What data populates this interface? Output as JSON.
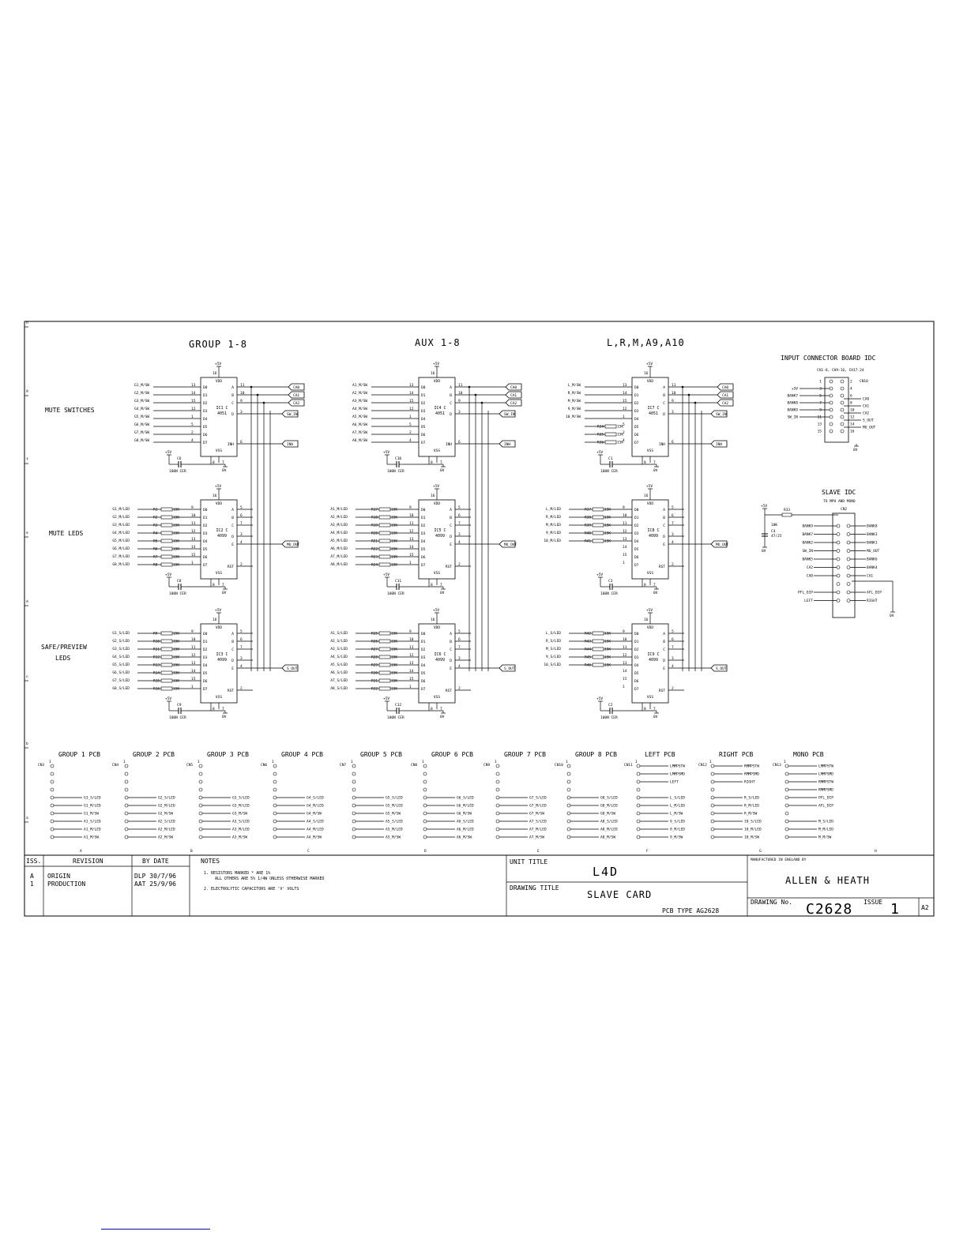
{
  "sheet": {
    "row_marks": [
      "h",
      "9",
      "f",
      "e",
      "d",
      "c",
      "b",
      "a"
    ],
    "col_marks": [
      "A",
      "B",
      "C",
      "D",
      "E",
      "F",
      "G",
      "H"
    ]
  },
  "sections": {
    "group": "GROUP 1-8",
    "aux": "AUX 1-8",
    "lrm": "L,R,M,A9,A10"
  },
  "row_labels": {
    "mute_switches": "MUTE SWITCHES",
    "mute_leds": "MUTE LEDS",
    "safe_line1": "SAFE/PREVIEW",
    "safe_line2": "LEDS"
  },
  "power": {
    "plus5": "+5V",
    "gnd": "0V",
    "cap_value": "100N CER"
  },
  "group_col": {
    "mux": {
      "name": "IC1 C",
      "part": "4051",
      "inputs": [
        "G1_M/SW",
        "G2_M/SW",
        "G3_M/SW",
        "G4_M/SW",
        "G5_M/SW",
        "G6_M/SW",
        "G7_M/SW",
        "G8_M/SW"
      ],
      "cap": "C6",
      "vdd_pin": "16"
    },
    "led1": {
      "name": "IC2 C",
      "part": "4099",
      "res": [
        "R1",
        "R2",
        "R3",
        "R4",
        "R5",
        "R6",
        "R7",
        "R8"
      ],
      "nets": [
        "G1_M/LED",
        "G2_M/LED",
        "G3_M/LED",
        "G4_M/LED",
        "G5_M/LED",
        "G6_M/LED",
        "G7_M/LED",
        "G8_M/LED"
      ],
      "cap": "C8"
    },
    "led2": {
      "name": "IC3 C",
      "part": "4099",
      "res": [
        "R9",
        "R10",
        "R11",
        "R12",
        "R13",
        "R14",
        "R15",
        "R16"
      ],
      "nets": [
        "G1_S/LED",
        "G2_S/LED",
        "G3_S/LED",
        "G4_S/LED",
        "G5_S/LED",
        "G6_S/LED",
        "G7_S/LED",
        "G8_S/LED"
      ],
      "cap": "C9"
    }
  },
  "aux_col": {
    "mux": {
      "name": "IC4 C",
      "part": "4051",
      "inputs": [
        "A1_M/SW",
        "A2_M/SW",
        "A3_M/SW",
        "A4_M/SW",
        "A5_M/SW",
        "A6_M/SW",
        "A7_M/SW",
        "A8_M/SW"
      ],
      "cap": "C10"
    },
    "led1": {
      "name": "IC5 C",
      "part": "4099",
      "res": [
        "R17",
        "R18",
        "R19",
        "R20",
        "R21",
        "R22",
        "R23",
        "R24"
      ],
      "nets": [
        "A1_M/LED",
        "A2_M/LED",
        "A3_M/LED",
        "A4_M/LED",
        "A5_M/LED",
        "A6_M/LED",
        "A7_M/LED",
        "A8_M/LED"
      ],
      "cap": "C11"
    },
    "led2": {
      "name": "IC6 C",
      "part": "4099",
      "res": [
        "R25",
        "R26",
        "R27",
        "R28",
        "R29",
        "R30",
        "R31",
        "R32"
      ],
      "nets": [
        "A1_S/LED",
        "A2_S/LED",
        "A3_S/LED",
        "A4_S/LED",
        "A5_S/LED",
        "A6_S/LED",
        "A7_S/LED",
        "A8_S/LED"
      ],
      "cap": "C12"
    }
  },
  "lrm_col": {
    "mux": {
      "name": "IC7 C",
      "part": "4051",
      "inputs": [
        "L_M/SW",
        "R_M/SW",
        "M_M/SW",
        "9_M/SW",
        "10_M/SW"
      ],
      "res": [
        "R34",
        "R35",
        "R36"
      ],
      "cap": "C1"
    },
    "led1": {
      "name": "IC8 C",
      "part": "4099",
      "res": [
        "R37",
        "R38",
        "R39",
        "R40",
        "R41"
      ],
      "nets": [
        "L_M/LED",
        "R_M/LED",
        "M_M/LED",
        "9_M/LED",
        "10_M/LED"
      ],
      "cap": "C3"
    },
    "led2": {
      "name": "IC9 C",
      "part": "4099",
      "res": [
        "R42",
        "R43",
        "R44",
        "R45",
        "R46"
      ],
      "nets": [
        "L_S/LED",
        "R_S/LED",
        "M_S/LED",
        "9_S/LED",
        "10_S/LED"
      ],
      "cap": "C2"
    }
  },
  "res_value": "15K",
  "mux_pins": {
    "left": [
      "D0",
      "D1",
      "D2",
      "D3",
      "D4",
      "D5",
      "D6",
      "D7"
    ],
    "left_nums": [
      "13",
      "14",
      "15",
      "12",
      "1",
      "5",
      "2",
      "4"
    ],
    "right": [
      "A",
      "B",
      "C",
      "D",
      "INH"
    ],
    "right_nums": [
      "11",
      "10",
      "9",
      "3",
      "6"
    ]
  },
  "latch_pins": {
    "left_nums": [
      "9",
      "10",
      "11",
      "12",
      "13",
      "14",
      "15",
      "1"
    ],
    "right": [
      "A",
      "B",
      "C",
      "D",
      "E",
      "RST"
    ],
    "right_nums": [
      "5",
      "6",
      "7",
      "3",
      "4",
      "2"
    ]
  },
  "bus_flags": {
    "ca0": "CA0",
    "ca1": "CA1",
    "ca2": "CA2",
    "sw_in": "SW_IN",
    "inh": "INH",
    "mu_out": "MU_OUT",
    "s_out": "S_OUT"
  },
  "input_idc": {
    "title": "INPUT CONNECTOR BOARD IDC",
    "subtitle": "CH1-8, CH9-16, CH17-24",
    "conn": "CN10",
    "left_nets": [
      "+5V",
      "BANK7",
      "BANK8",
      "BANK9",
      "SW_IN"
    ],
    "right_nets": [
      "CA0",
      "CA1",
      "CA2",
      "S_OUT",
      "MU_OUT"
    ],
    "pins_left": [
      "1",
      "3",
      "5",
      "7",
      "9",
      "11",
      "13",
      "15"
    ],
    "pins_right": [
      "2",
      "4",
      "6",
      "8",
      "10",
      "12",
      "14",
      "16"
    ]
  },
  "slave_idc": {
    "title": "SLAVE IDC",
    "subtitle": "TO MPU AND MONO",
    "conn": "CN2",
    "res": "R33",
    "res_val": "10K",
    "cap": "C4",
    "cap_val": "47/25",
    "left_nets": [
      "BANK9",
      "BANK7",
      "BANK2",
      "SW_IN",
      "BANK5",
      "CA2",
      "CA0",
      "",
      "PFL_DIP",
      "LEFT"
    ],
    "right_nets": [
      "BANK8",
      "BANK3",
      "BANK1",
      "MU_OUT",
      "BANK6",
      "BANK4",
      "CA1",
      "",
      "AFL_DIP",
      "RIGHT"
    ]
  },
  "pcb_connectors": [
    {
      "label": "GROUP 1 PCB",
      "cn": "CN3",
      "nets": [
        "",
        "",
        "",
        "",
        "G1_S/LED",
        "G1_M/LED",
        "G1_M/SW",
        "A1_S/LED",
        "A1_M/LED",
        "A1_M/SW"
      ]
    },
    {
      "label": "GROUP 2 PCB",
      "cn": "CN4",
      "nets": [
        "",
        "",
        "",
        "",
        "G2_S/LED",
        "G2_M/LED",
        "G2_M/SW",
        "A2_S/LED",
        "A2_M/LED",
        "A2_M/SW"
      ]
    },
    {
      "label": "GROUP 3 PCB",
      "cn": "CN5",
      "nets": [
        "",
        "",
        "",
        "",
        "G3_S/LED",
        "G3_M/LED",
        "G3_M/SW",
        "A3_S/LED",
        "A3_M/LED",
        "A3_M/SW"
      ]
    },
    {
      "label": "GROUP 4 PCB",
      "cn": "CN6",
      "nets": [
        "",
        "",
        "",
        "",
        "G4_S/LED",
        "G4_M/LED",
        "G4_M/SW",
        "A4_S/LED",
        "A4_M/LED",
        "A4_M/SW"
      ]
    },
    {
      "label": "GROUP 5 PCB",
      "cn": "CN7",
      "nets": [
        "",
        "",
        "",
        "",
        "G5_S/LED",
        "G5_M/LED",
        "G5_M/SW",
        "A5_S/LED",
        "A5_M/LED",
        "A5_M/SW"
      ]
    },
    {
      "label": "GROUP 6 PCB",
      "cn": "CN8",
      "nets": [
        "",
        "",
        "",
        "",
        "G6_S/LED",
        "G6_M/LED",
        "G6_M/SW",
        "A6_S/LED",
        "A6_M/LED",
        "A6_M/SW"
      ]
    },
    {
      "label": "GROUP 7 PCB",
      "cn": "CN9",
      "nets": [
        "",
        "",
        "",
        "",
        "G7_S/LED",
        "G7_M/LED",
        "G7_M/SW",
        "A7_S/LED",
        "A7_M/LED",
        "A7_M/SW"
      ]
    },
    {
      "label": "GROUP 8 PCB",
      "cn": "CN10",
      "nets": [
        "",
        "",
        "",
        "",
        "G8_S/LED",
        "G8_M/LED",
        "G8_M/SW",
        "A8_S/LED",
        "A8_M/LED",
        "A8_M/SW"
      ]
    },
    {
      "label": "LEFT PCB",
      "cn": "CN11",
      "nets": [
        "LMMPSTW",
        "LMMPSMD",
        "LEFT",
        "",
        "L_S/LED",
        "L_M/LED",
        "L_M/SW",
        "9_S/LED",
        "9_M/LED",
        "9_M/SW"
      ]
    },
    {
      "label": "RIGHT PCB",
      "cn": "CN12",
      "nets": [
        "RMMPSTW",
        "RMMPSMD",
        "RIGHT",
        "",
        "R_S/LED",
        "R_M/LED",
        "R_M/SW",
        "10_S/LED",
        "10_M/LED",
        "10_M/SW"
      ]
    },
    {
      "label": "MONO PCB",
      "cn": "CN13",
      "nets": [
        "LMMPSTW",
        "LMMPSMD",
        "RMMPSTW",
        "RMMPSMD",
        "PFL_DIP",
        "AFL_DIP",
        "",
        "M_S/LED",
        "M_M/LED",
        "M_M/SW"
      ]
    }
  ],
  "title_block": {
    "h_iss": "ISS.",
    "h_revision": "REVISION",
    "h_by_date": "BY  DATE",
    "h_notes": "NOTES",
    "rows": [
      {
        "iss": "A",
        "revision": "ORIGIN",
        "by_date": "DLP 30/7/96"
      },
      {
        "iss": "1",
        "revision": "PRODUCTION",
        "by_date": "AAT 25/9/96"
      }
    ],
    "note1": "1.  RESISTORS MARKED * ARE 1%",
    "note1b": "ALL OTHERS ARE 5% 1/4W UNLESS OTHERWISE MARKED",
    "note2": "2.  ELECTROLYTIC CAPACITORS ARE 'V' VOLTS",
    "unit_title_label": "UNIT TITLE",
    "unit_title": "L4D",
    "drawing_title_label": "DRAWING TITLE",
    "drawing_title": "SLAVE CARD",
    "pcb_type": "PCB TYPE AG2628",
    "manufactured": "MANUFACTURED IN ENGLAND BY",
    "company": "ALLEN & HEATH",
    "drawing_no_label": "DRAWING No.",
    "drawing_no": "C2628",
    "issue_label": "ISSUE",
    "issue": "1",
    "size": "A2"
  }
}
